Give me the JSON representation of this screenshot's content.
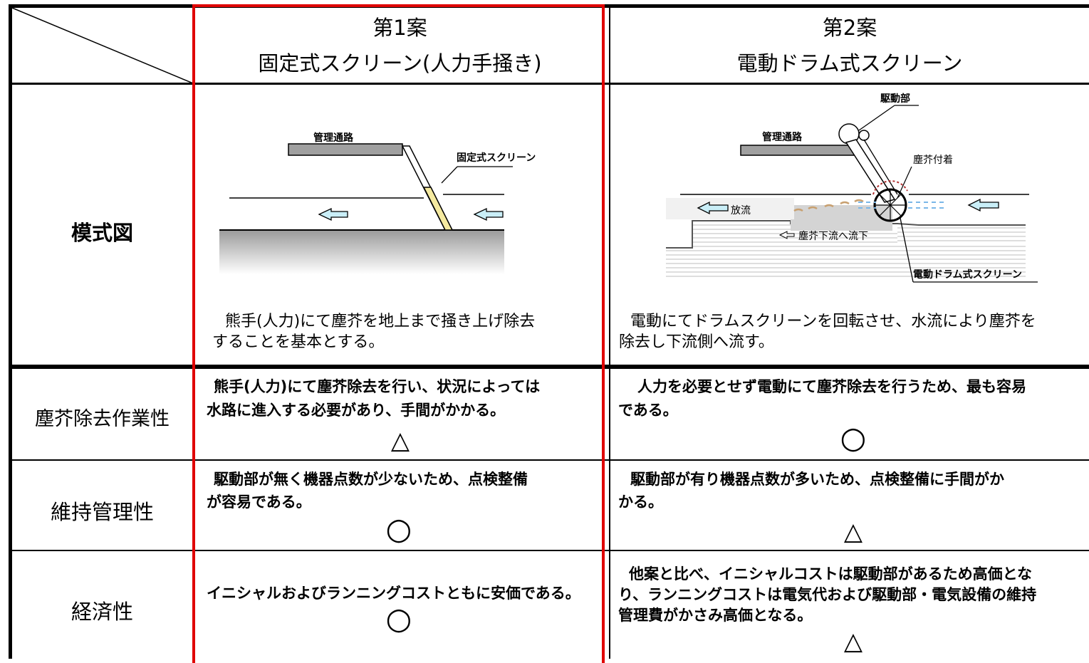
{
  "header": {
    "plan1_num": "第1案",
    "plan1_name": "固定式スクリーン(人力手掻き)",
    "plan2_num": "第2案",
    "plan2_name": "電動ドラム式スクリーン"
  },
  "rows": {
    "diagram_label": "模式図",
    "work_label": "塵芥除去作業性",
    "maint_label": "維持管理性",
    "econ_label": "経済性"
  },
  "diagram1": {
    "walkway": "管理通路",
    "screen": "固定式スクリーン",
    "desc_line1": "熊手(人力)にて塵芥を地上まで掻き上げ除去",
    "desc_line2": "することを基本とする。"
  },
  "diagram2": {
    "drive": "駆動部",
    "walkway": "管理通路",
    "debris": "塵芥付着",
    "discharge": "放流",
    "downstream": "塵芥下流へ流下",
    "screen": "電動ドラム式スクリーン",
    "desc_line1": "電動にてドラムスクリーンを回転させ、水流により塵芥を",
    "desc_line2": "除去し下流側へ流す。"
  },
  "work": {
    "p1_line1": "熊手(人力)にて塵芥除去を行い、状況によっては",
    "p1_line2": "水路に進入する必要があり、手間がかかる。",
    "p1_mark": "△",
    "p2_line1": "人力を必要とせず電動にて塵芥除去を行うため、最も容易",
    "p2_line2": "である。",
    "p2_mark": "○"
  },
  "maint": {
    "p1_line1": "駆動部が無く機器点数が少ないため、点検整備",
    "p1_line2": "が容易である。",
    "p1_mark": "○",
    "p2_line1": "駆動部が有り機器点数が多いため、点検整備に手間がか",
    "p2_line2": "かる。",
    "p2_mark": "△"
  },
  "econ": {
    "p1_line1": "イニシャルおよびランニングコストともに安価である。",
    "p1_mark": "○",
    "p2_line1": "他案と比べ、イニシャルコストは駆動部があるため高価とな",
    "p2_line2": "り、ランニングコストは電気代および駆動部・電気設備の維持",
    "p2_line3": "管理費がかさみ高価となる。",
    "p2_mark": "△"
  },
  "colors": {
    "highlight": "#e00000",
    "screen_fill": "#f5eaa0",
    "walkway_fill": "#a0a0a0",
    "arrow_fill": "#c9eef7"
  }
}
